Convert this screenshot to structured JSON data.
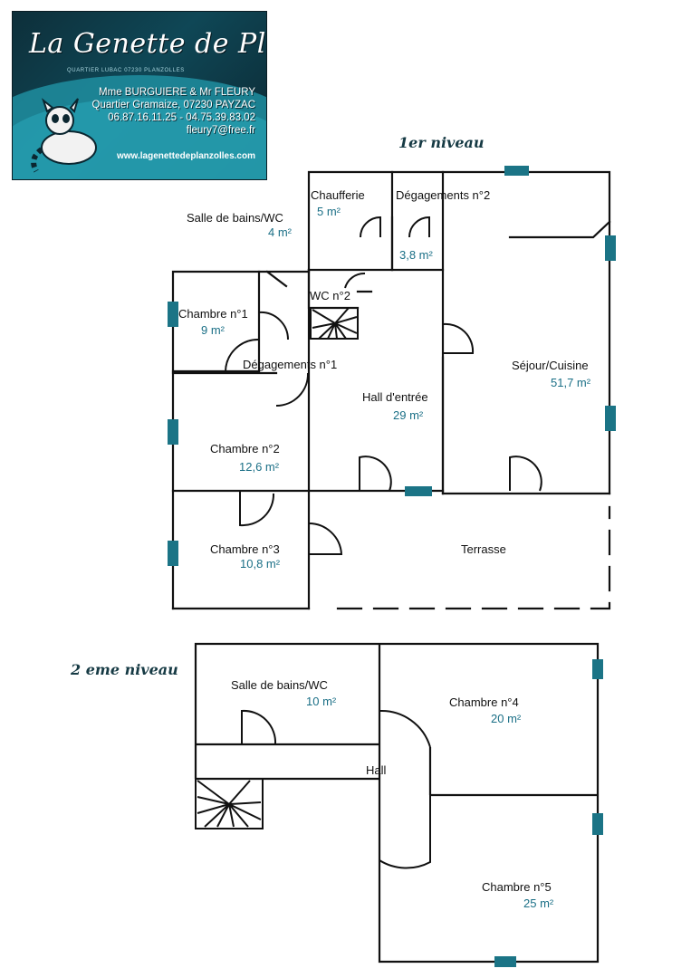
{
  "logo": {
    "title": "La Genette de Planzolles",
    "subtitle": "QUARTIER LUBAC 07230 PLANZOLLES",
    "owners": "Mme BURGUIERE & Mr FLEURY",
    "address": "Quartier Gramaize, 07230 PAYZAC",
    "phones": "06.87.16.11.25 - 04.75.39.83.02",
    "email": "fleury7@free.fr",
    "website": "www.lagenettedeplanzolles.com"
  },
  "levels": {
    "level1": "1er niveau",
    "level2": "2 eme niveau"
  },
  "rooms_level1": [
    {
      "name": "Chaufferie",
      "area": "5 m²"
    },
    {
      "name": "Dégagements n°2",
      "area": "3,8 m²"
    },
    {
      "name": "Salle de bains/WC",
      "area": "4 m²"
    },
    {
      "name": "WC n°2",
      "area": ""
    },
    {
      "name": "Chambre n°1",
      "area": "9 m²"
    },
    {
      "name": "Dégagements n°1",
      "area": ""
    },
    {
      "name": "Hall d'entrée",
      "area": "29 m²"
    },
    {
      "name": "Séjour/Cuisine",
      "area": "51,7 m²"
    },
    {
      "name": "Chambre n°2",
      "area": "12,6 m²"
    },
    {
      "name": "Chambre n°3",
      "area": "10,8 m²"
    },
    {
      "name": "Terrasse",
      "area": ""
    }
  ],
  "rooms_level2": [
    {
      "name": "Salle de bains/WC",
      "area": "10 m²"
    },
    {
      "name": "Chambre n°4",
      "area": "20 m²"
    },
    {
      "name": "Hall",
      "area": ""
    },
    {
      "name": "Chambre n°5",
      "area": "25 m²"
    }
  ],
  "colors": {
    "wall": "#111111",
    "window": "#1b7486",
    "area_text": "#1a6f86",
    "logo_bg": "#0f4756"
  }
}
